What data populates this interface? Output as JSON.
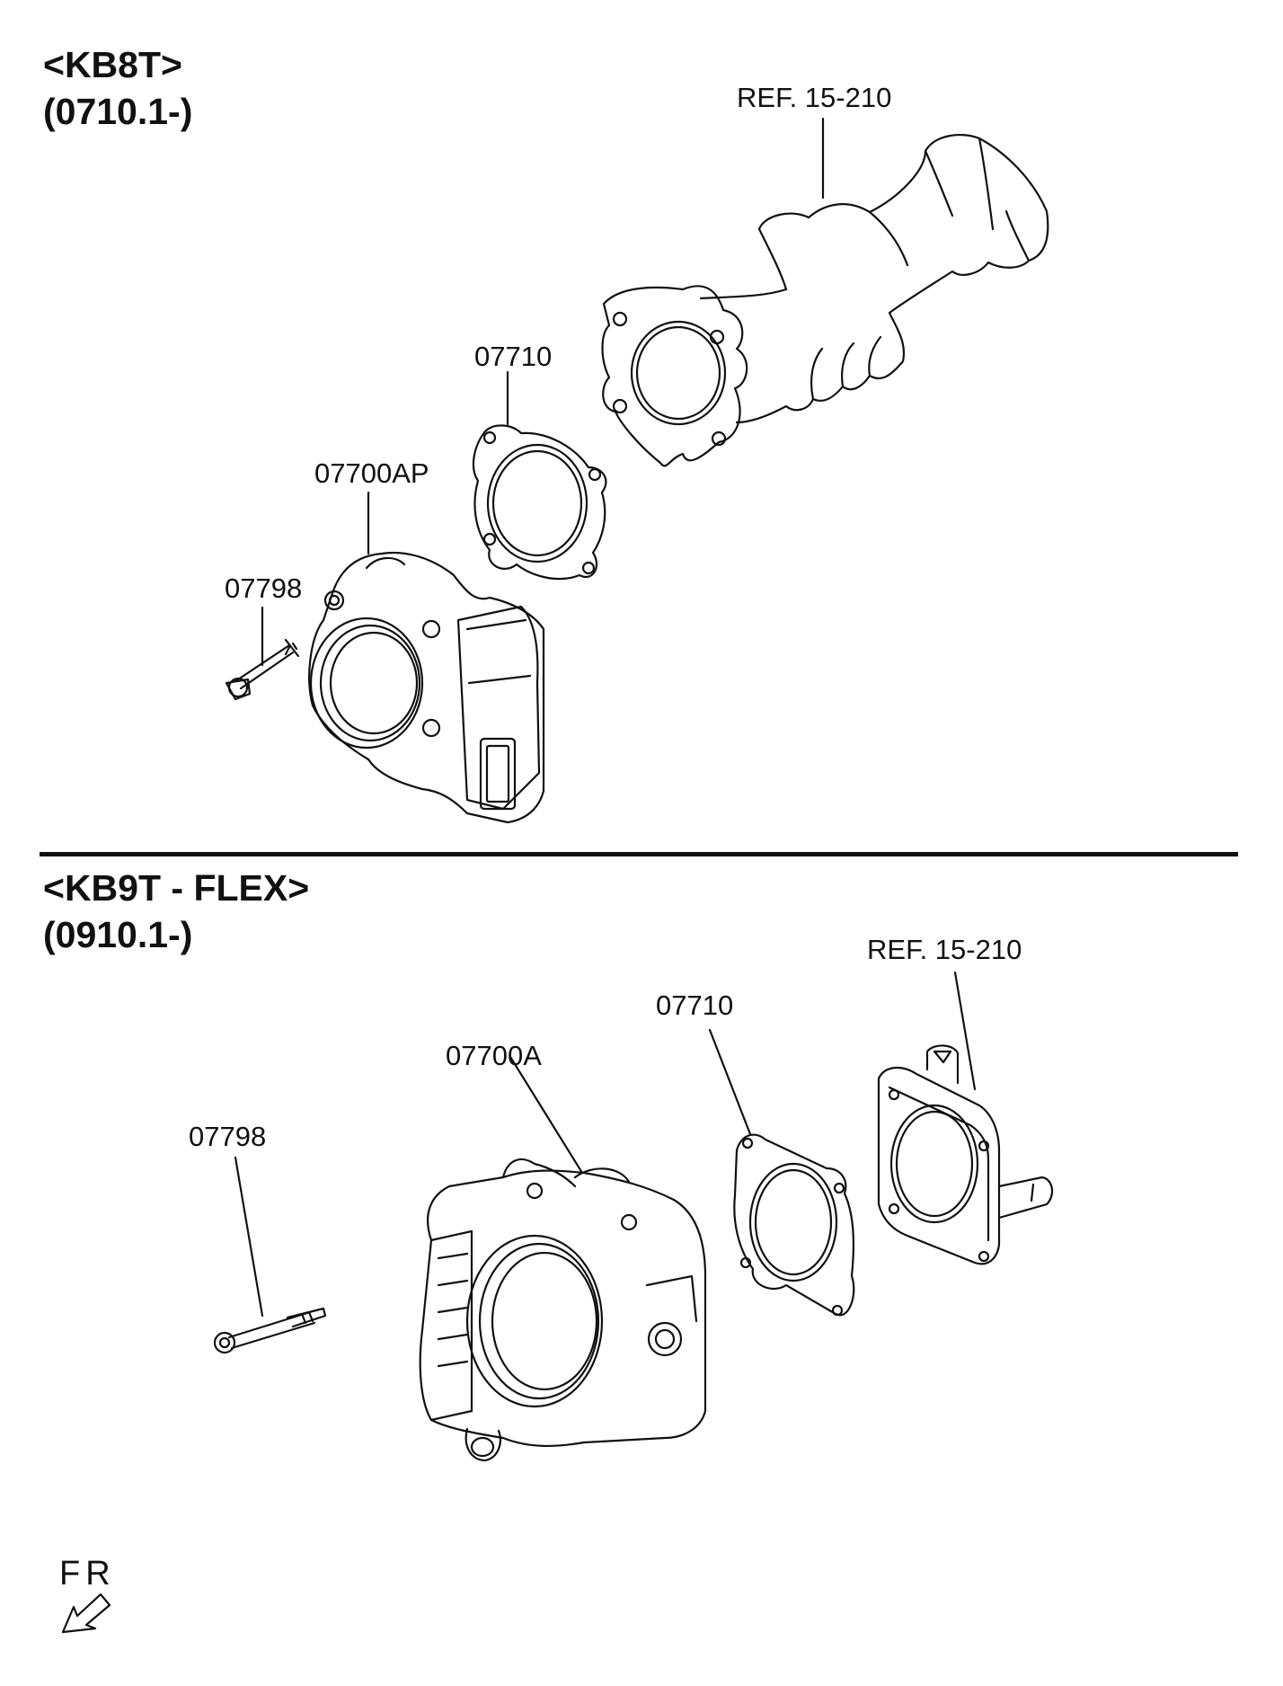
{
  "section_top": {
    "model": "<KB8T>",
    "date_range": "(0710.1-)",
    "labels": {
      "ref": "REF. 15-210",
      "gasket": "07710",
      "throttle_body": "07700AP",
      "bolt": "07798"
    }
  },
  "section_bottom": {
    "model": "<KB9T - FLEX>",
    "date_range": "(0910.1-)",
    "labels": {
      "ref": "REF. 15-210",
      "gasket": "07710",
      "throttle_body": "07700A",
      "bolt": "07798"
    }
  },
  "direction": {
    "text": "FR",
    "icon": "front-direction-arrow-icon"
  },
  "colors": {
    "line": "#111111",
    "background": "#ffffff"
  }
}
